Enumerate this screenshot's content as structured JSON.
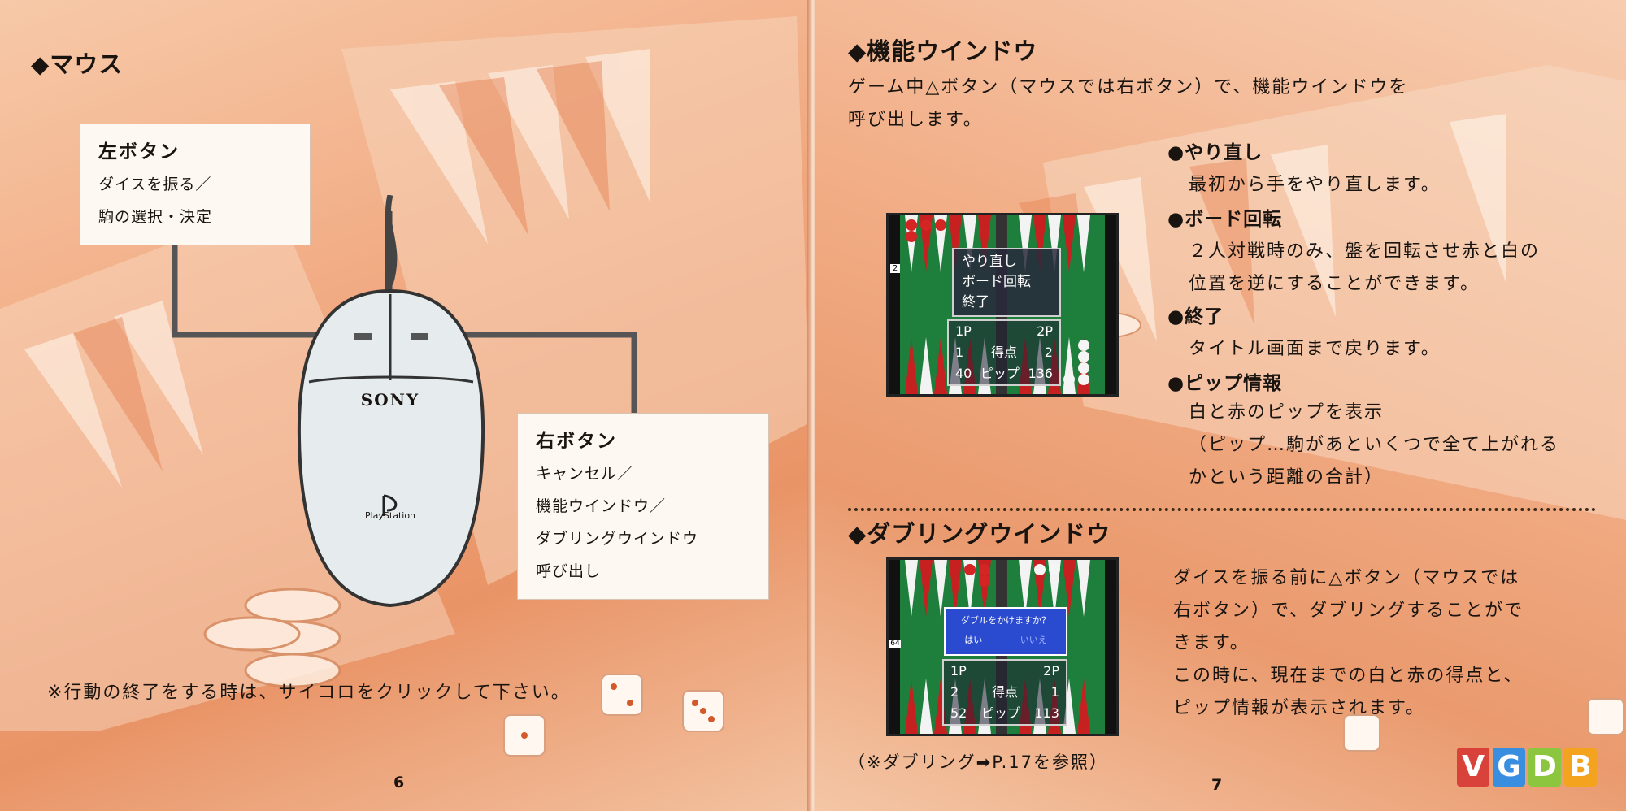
{
  "left_page": {
    "section_title": "◆マウス",
    "left_button": {
      "title": "左ボタン",
      "lines": [
        "ダイスを振る／",
        "駒の選択・決定"
      ]
    },
    "right_button": {
      "title": "右ボタン",
      "lines": [
        "キャンセル／",
        "機能ウインドウ／",
        "ダブリングウインドウ",
        "呼び出し"
      ]
    },
    "mouse": {
      "brand": "SONY",
      "logo_text": "PlayStation"
    },
    "note": "※行動の終了をする時は、サイコロをクリックして下さい。",
    "page_number": "6"
  },
  "right_page": {
    "function_window": {
      "title": "◆機能ウインドウ",
      "intro": [
        "ゲーム中△ボタン（マウスでは右ボタン）で、機能ウインドウを",
        "呼び出します。"
      ],
      "items": [
        {
          "title": "●やり直し",
          "lines": [
            "最初から手をやり直します。"
          ]
        },
        {
          "title": "●ボード回転",
          "lines": [
            "２人対戦時のみ、盤を回転させ赤と白の",
            "位置を逆にすることができます。"
          ]
        },
        {
          "title": "●終了",
          "lines": [
            "タイトル画面まで戻ります。"
          ]
        },
        {
          "title": "●ピップ情報",
          "lines": [
            "白と赤のピップを表示",
            "（ピップ…駒があといくつで全て上がれる",
            "かという距離の合計）"
          ]
        }
      ],
      "screenshot": {
        "menu": [
          "やり直し",
          "ボード回転",
          "終了"
        ],
        "cube": "2",
        "score": {
          "p1": "1P",
          "p2": "2P",
          "p1_score": "1",
          "score_label": "得点",
          "p2_score": "2",
          "p1_pip": "40",
          "pip_label": "ピップ",
          "p2_pip": "136"
        }
      }
    },
    "doubling_window": {
      "title": "◆ダブリングウインドウ",
      "body": [
        "ダイスを振る前に△ボタン（マウスでは",
        "右ボタン）で、ダブリングすることがで",
        "きます。",
        "この時に、現在までの白と赤の得点と、",
        "ピップ情報が表示されます。"
      ],
      "note": "（※ダブリング➡P.17を参照）",
      "screenshot": {
        "dialog_question": "ダブルをかけますか？",
        "yes": "はい",
        "no": "いいえ",
        "cube": "64",
        "score": {
          "p1": "1P",
          "p2": "2P",
          "p1_score": "2",
          "score_label": "得点",
          "p2_score": "1",
          "p1_pip": "52",
          "pip_label": "ピップ",
          "p2_pip": "113"
        }
      }
    },
    "page_number": "7"
  },
  "watermark": {
    "letters": [
      "V",
      "G",
      "D",
      "B"
    ],
    "colors": [
      "#d9423a",
      "#3a8ee0",
      "#8cc63f",
      "#f4a31e"
    ]
  }
}
